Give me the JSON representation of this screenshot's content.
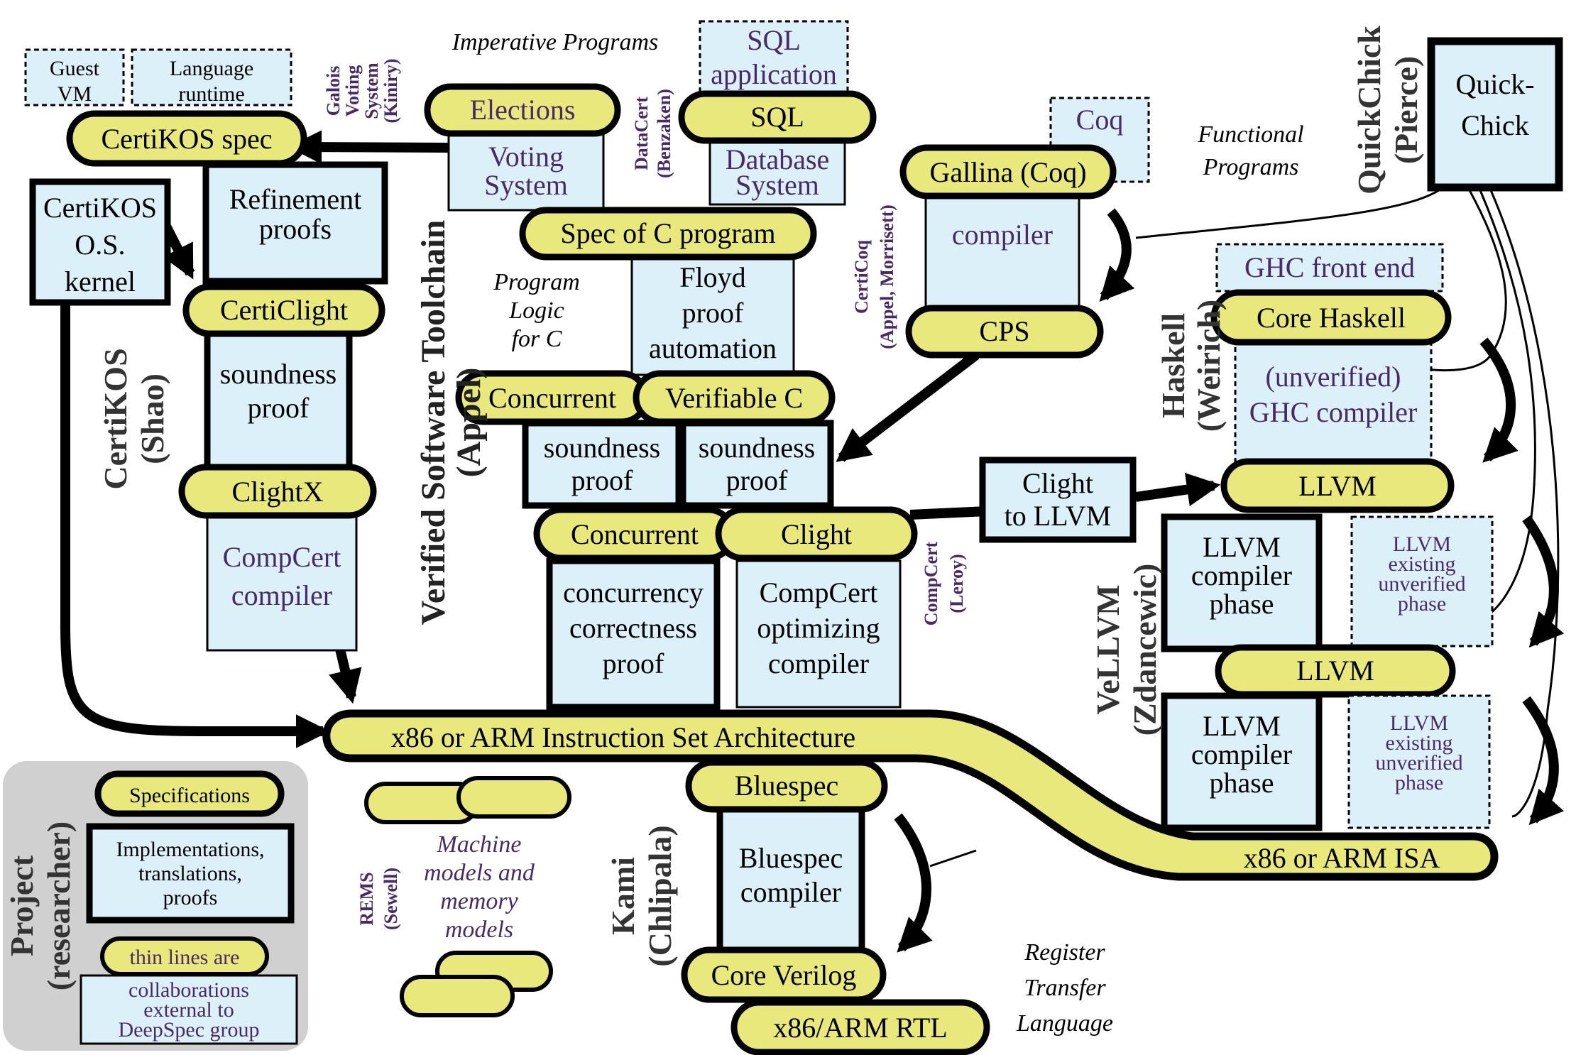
{
  "colors": {
    "spec_fill": "#e8e87c",
    "impl_fill": "#dcf0fa",
    "collab_text": "#4a2a66",
    "legend_bg": "#d0d0d0"
  },
  "boxes": {
    "guest_vm": [
      "Guest",
      "VM"
    ],
    "language_runtime": [
      "Language",
      "runtime"
    ],
    "certikos_spec": [
      "CertiKOS spec"
    ],
    "certikos_kernel": [
      "CertiKOS",
      "O.S.",
      "kernel"
    ],
    "refinement_proofs": [
      "Refinement",
      "proofs"
    ],
    "certiclight": [
      "CertiClight"
    ],
    "soundness_proof_left": [
      "soundness",
      "proof"
    ],
    "clightx": [
      "ClightX"
    ],
    "compcert_compiler": [
      "CompCert",
      "compiler"
    ],
    "elections": [
      "Elections"
    ],
    "voting_system": [
      "Voting",
      "System"
    ],
    "sql_application": [
      "SQL",
      "application"
    ],
    "sql": [
      "SQL"
    ],
    "database_system": [
      "Database",
      "System"
    ],
    "spec_of_c": [
      "Spec of C program"
    ],
    "floyd": [
      "Floyd",
      "proof",
      "automation"
    ],
    "concurrent_top": [
      "Concurrent"
    ],
    "verifiable_c": [
      "Verifiable C"
    ],
    "soundness_proof_a": [
      "soundness",
      "proof"
    ],
    "soundness_proof_b": [
      "soundness",
      "proof"
    ],
    "concurrent_mid": [
      "Concurrent"
    ],
    "clight": [
      "Clight"
    ],
    "concurrency_proof": [
      "concurrency",
      "correctness",
      "proof"
    ],
    "compcert_optimizing": [
      "CompCert",
      "optimizing",
      "compiler"
    ],
    "coq": [
      "Coq"
    ],
    "gallina": [
      "Gallina (Coq)"
    ],
    "certicoq_compiler": [
      "compiler"
    ],
    "cps": [
      "CPS"
    ],
    "clight_to_llvm": [
      "Clight",
      "to LLVM"
    ],
    "quickchick": [
      "Quick-",
      "Chick"
    ],
    "ghc_front_end": [
      "GHC front end"
    ],
    "core_haskell": [
      "Core Haskell"
    ],
    "ghc_compiler": [
      "(unverified)",
      "GHC compiler"
    ],
    "llvm_1": [
      "LLVM"
    ],
    "llvm_phase_1": [
      "LLVM",
      "compiler",
      "phase"
    ],
    "llvm_existing_1": [
      "LLVM",
      "existing",
      "unverified",
      "phase"
    ],
    "llvm_2": [
      "LLVM"
    ],
    "llvm_phase_2": [
      "LLVM",
      "compiler",
      "phase"
    ],
    "llvm_existing_2": [
      "LLVM",
      "existing",
      "unverified",
      "phase"
    ],
    "isa_main": [
      "x86 or ARM Instruction Set Architecture"
    ],
    "isa_right": [
      "x86 or ARM ISA"
    ],
    "bluespec": [
      "Bluespec"
    ],
    "bluespec_compiler": [
      "Bluespec",
      "compiler"
    ],
    "core_verilog": [
      "Core Verilog"
    ],
    "rtl": [
      "x86/ARM RTL"
    ]
  },
  "labels": {
    "imperative_programs": [
      "Imperative Programs"
    ],
    "functional_programs": [
      "Functional",
      "Programs"
    ],
    "program_logic": [
      "Program",
      "Logic",
      "for C"
    ],
    "machine_models": [
      "Machine",
      "models and",
      "memory",
      "models"
    ],
    "register_transfer": [
      "Register",
      "Transfer",
      "Language"
    ]
  },
  "projects": {
    "certikos": [
      "CertiKOS",
      "(Shao)"
    ],
    "vst": [
      "Verified Software Toolchain",
      "(Appel)"
    ],
    "haskell": [
      "Haskell",
      "(Weirich)"
    ],
    "vellvm": [
      "VeLLVM",
      "(Zdancewic)"
    ],
    "kami": [
      "Kami",
      "(Chlipala)"
    ],
    "quickchick": [
      "QuickChick",
      "(Pierce)"
    ]
  },
  "collaborations": {
    "galois": [
      "Galois",
      "Voting",
      "System",
      "(Kiniry)"
    ],
    "datacert": [
      "DataCert",
      "(Benzaken)"
    ],
    "certicoq": [
      "CertiCoq",
      "(Appel, Morrisett)"
    ],
    "compcert": [
      "CompCert",
      "(Leroy)"
    ],
    "rems": [
      "REMS",
      "(Sewell)"
    ]
  },
  "legend": {
    "title": [
      "Project",
      "(researcher)"
    ],
    "specifications": [
      "Specifications"
    ],
    "implementations": [
      "Implementations,",
      "translations,",
      "proofs"
    ],
    "thin_lines": [
      "thin lines are"
    ],
    "collaborations": [
      "collaborations",
      "external to",
      "DeepSpec group"
    ]
  }
}
